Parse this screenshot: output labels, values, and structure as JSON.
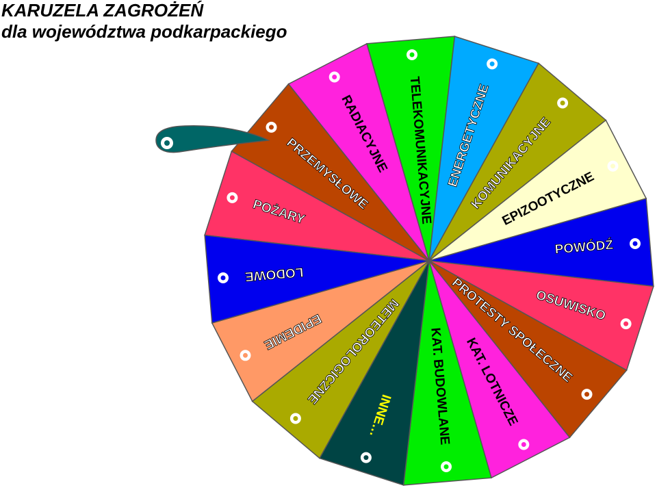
{
  "title": {
    "line1": "KARUZELA ZAGROŻEŃ",
    "line2": "dla województwa podkarpackiego"
  },
  "wheel": {
    "segments": [
      {
        "label": "POŻARY",
        "color": "#ff3366",
        "text_color": "#ffffff",
        "outline": true
      },
      {
        "label": "PRZEMYSŁOWE",
        "color": "#bb4400",
        "text_color": "#ffffff",
        "outline": true
      },
      {
        "label": "RADIACYJNE",
        "color": "#ff22dd",
        "text_color": "#000000",
        "outline": false
      },
      {
        "label": "TELEKOMUNIKACYJNE",
        "color": "#00ee00",
        "text_color": "#000000",
        "outline": false
      },
      {
        "label": "ENERGETYCZNE",
        "color": "#00aaff",
        "text_color": "#ffffff",
        "outline": true
      },
      {
        "label": "KOMUNIKACYJNE",
        "color": "#aaaa00",
        "text_color": "#ffffff",
        "outline": true
      },
      {
        "label": "EPIZOOTYCZNE",
        "color": "#ffffcc",
        "text_color": "#000000",
        "outline": false
      },
      {
        "label": "POWÓDŹ",
        "color": "#0000ee",
        "text_color": "#ffffff",
        "outline": true
      },
      {
        "label": "OSUWISKO",
        "color": "#ff3366",
        "text_color": "#ffffff",
        "outline": true
      },
      {
        "label": "PROTESTY SPOŁECZNE",
        "color": "#bb4400",
        "text_color": "#ffffff",
        "outline": true
      },
      {
        "label": "KAT. LOTNICZE",
        "color": "#ff22dd",
        "text_color": "#000000",
        "outline": false
      },
      {
        "label": "KAT. BUDOWLANE",
        "color": "#00ee00",
        "text_color": "#000000",
        "outline": false
      },
      {
        "label": "INNE…",
        "color": "#004444",
        "text_color": "#ffff00",
        "outline": false
      },
      {
        "label": "METEOROLOGICZNE",
        "color": "#aaaa00",
        "text_color": "#ffffff",
        "outline": true
      },
      {
        "label": "EPIDEMIE",
        "color": "#ff9966",
        "text_color": "#ffffff",
        "outline": true
      },
      {
        "label": "LODOWE",
        "color": "#0000ee",
        "text_color": "#ffffff",
        "outline": true
      }
    ],
    "pointer_color": "#006666"
  }
}
